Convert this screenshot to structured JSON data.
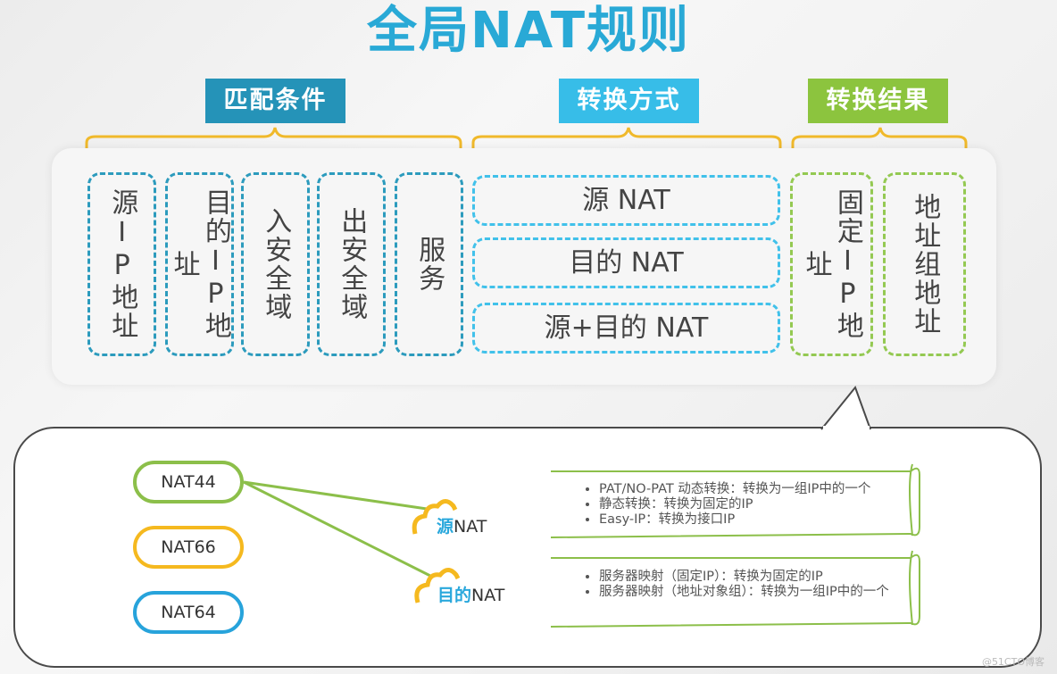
{
  "title": "全局NAT规则",
  "categories": {
    "match": "匹配条件",
    "method": "转换方式",
    "result": "转换结果"
  },
  "match_conditions": [
    "源IP地址",
    "目的IP地址",
    "入安全域",
    "出安全域",
    "服务"
  ],
  "methods": [
    "源 NAT",
    "目的 NAT",
    "源+目的 NAT"
  ],
  "results": [
    "固定IP地址",
    "地址组地址"
  ],
  "nat_types": [
    "NAT44",
    "NAT66",
    "NAT64"
  ],
  "source_nat": {
    "label_highlight": "源",
    "label_rest": "NAT",
    "bullets": [
      "PAT/NO-PAT 动态转换：转换为一组IP中的一个",
      "静态转换：转换为固定的IP",
      "Easy-IP：转换为接口IP"
    ]
  },
  "dest_nat": {
    "label_highlight": "目的",
    "label_rest": "NAT",
    "bullets": [
      "服务器映射（固定IP）：转换为固定的IP",
      "服务器映射（地址对象组）：转换为一组IP中的一个"
    ]
  },
  "watermark": "@51CTO博客",
  "colors": {
    "title": "#29a9d6",
    "match": "#2593b8",
    "method": "#37bde8",
    "result": "#8cc43e",
    "brace": "#f0b92b"
  }
}
